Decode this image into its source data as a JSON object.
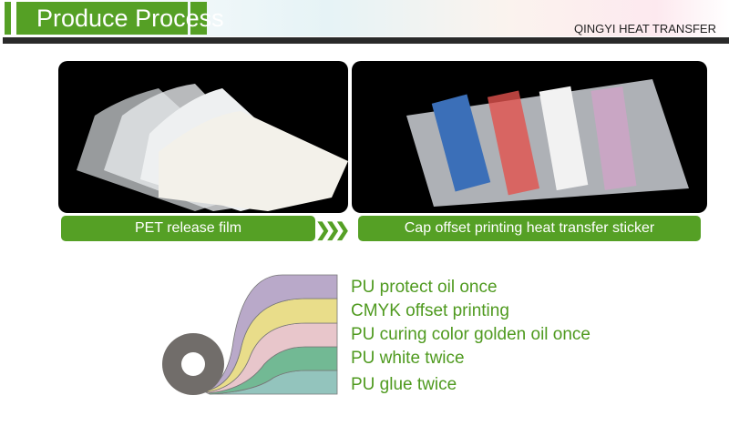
{
  "header": {
    "title": "Produce Process",
    "brand": "QINGYI HEAT TRANSFER"
  },
  "steps": [
    {
      "label": "PET release film"
    },
    {
      "label": "Cap offset printing heat transfer sticker"
    }
  ],
  "arrow": "❯❯❯",
  "layers": [
    {
      "label": "PU protect oil once",
      "color": "#b9a9c9"
    },
    {
      "label": "CMYK offset printing",
      "color": "#e9dd8a"
    },
    {
      "label": "PU curing color golden oil once",
      "color": "#e8c6cb"
    },
    {
      "label": "PU white twice",
      "color": "#72b994"
    },
    {
      "label": "PU glue twice",
      "color": "#93c4bd"
    }
  ]
}
